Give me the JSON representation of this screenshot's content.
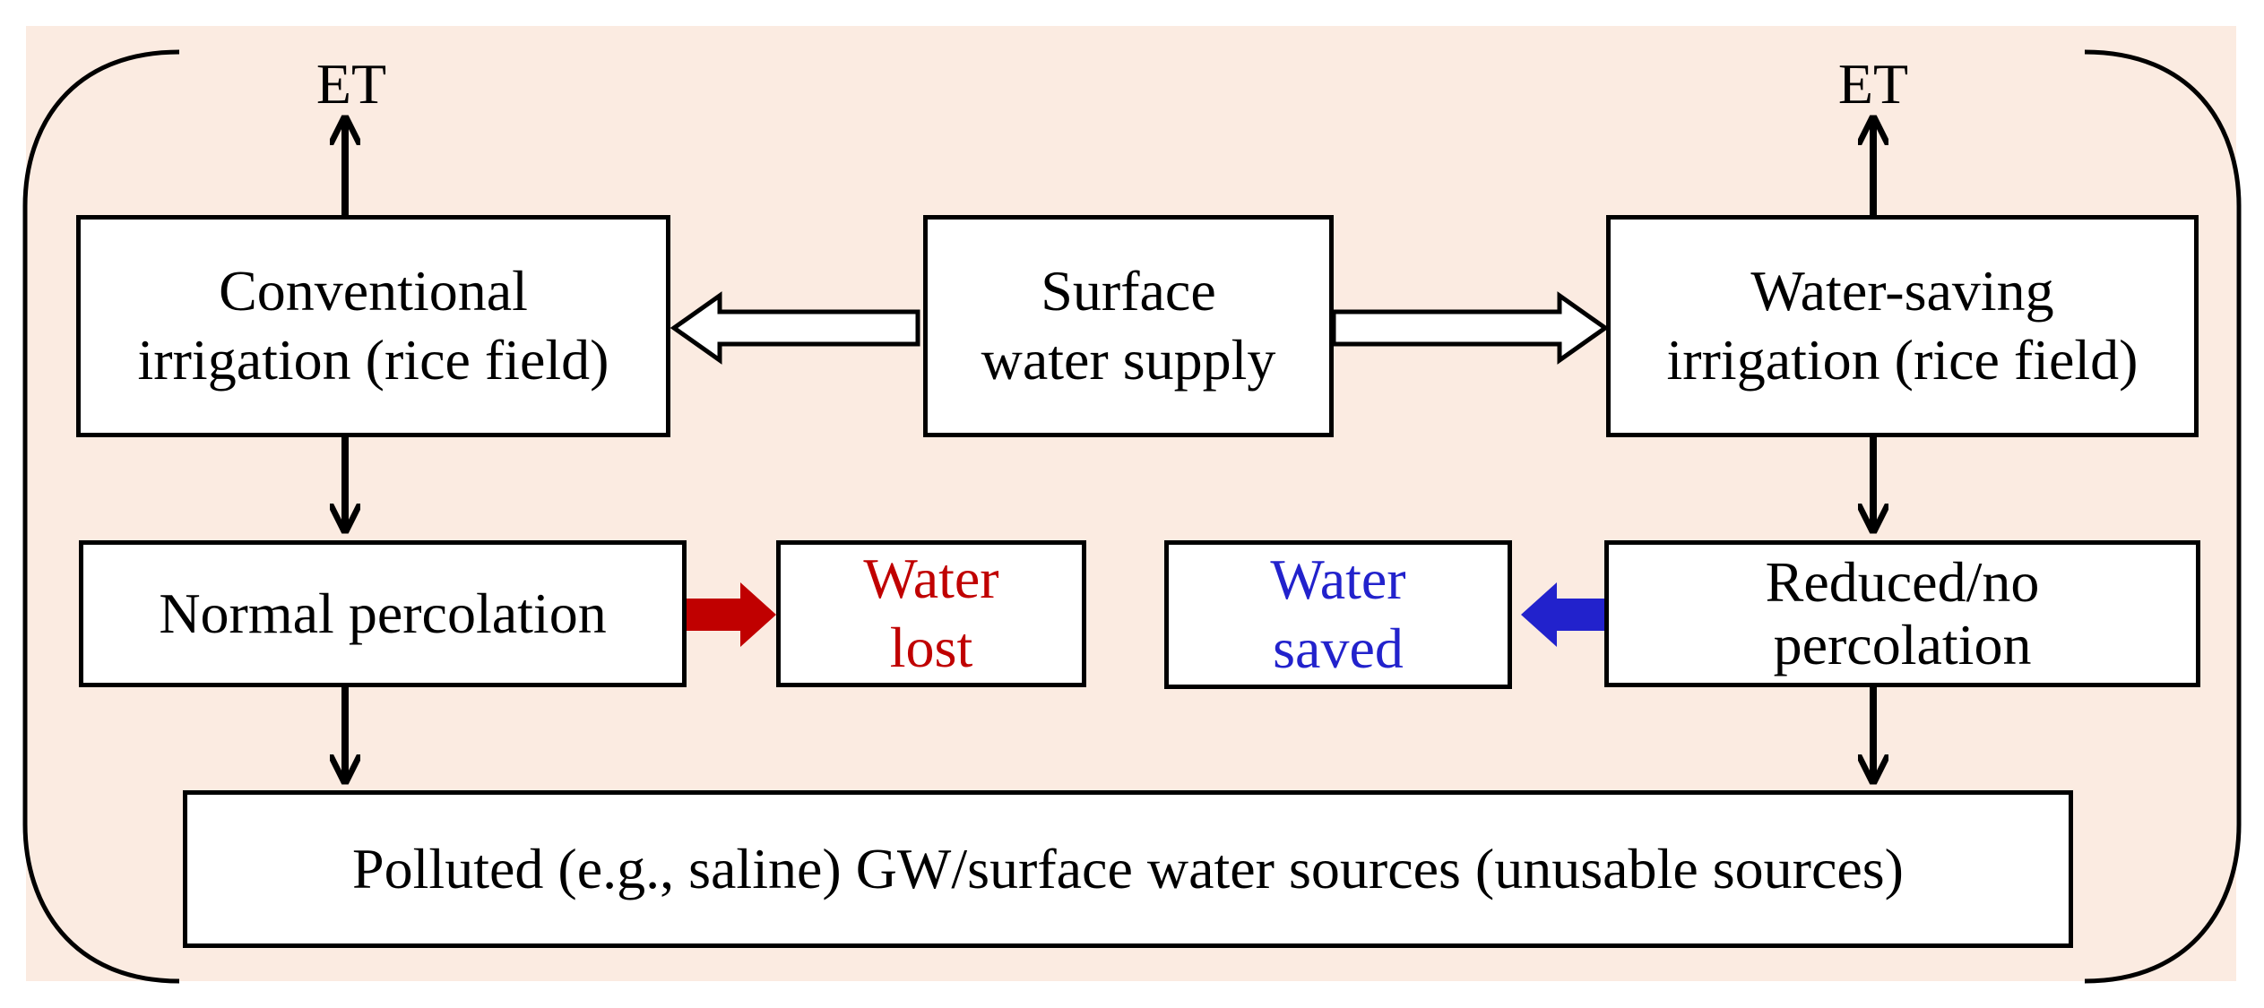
{
  "nodes": {
    "et_left": "ET",
    "et_right": "ET",
    "conventional": {
      "line1": "Conventional",
      "line2": "irrigation (rice field)"
    },
    "surface_supply": {
      "line1": "Surface",
      "line2": "water supply"
    },
    "water_saving": {
      "line1": "Water-saving",
      "line2": "irrigation (rice field)"
    },
    "normal_percolation": "Normal percolation",
    "water_lost": {
      "line1": "Water",
      "line2": "lost"
    },
    "water_saved": {
      "line1": "Water",
      "line2": "saved"
    },
    "reduced_percolation": {
      "line1": "Reduced/no",
      "line2": "percolation"
    },
    "polluted_sources": "Polluted (e.g., saline) GW/surface water sources (unusable sources)"
  },
  "colors": {
    "background": "#fbebe1",
    "water_lost": "#c00000",
    "water_saved": "#2222cc"
  }
}
